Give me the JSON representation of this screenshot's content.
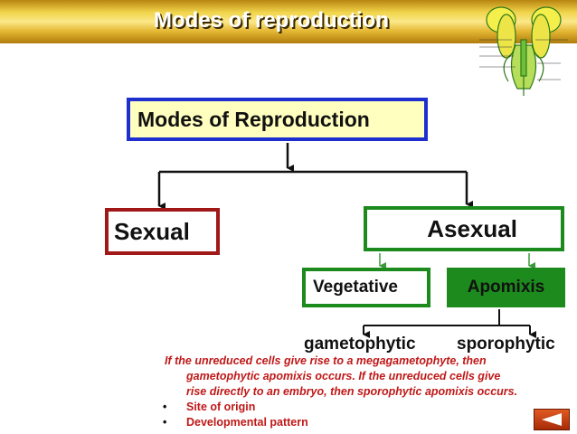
{
  "slide": {
    "title": "Modes of reproduction"
  },
  "diagram": {
    "root": "Modes of Reproduction",
    "sexual": "Sexual",
    "asexual": "Asexual",
    "vegetative": "Vegetative",
    "apomixis": "Apomixis",
    "gametophytic": "gametophytic",
    "sporophytic": "sporophytic"
  },
  "description": {
    "line1": "If the unreduced cells give rise to a megagametophyte, then",
    "line2": "gametophytic apomixis occurs. If the unreduced cells give",
    "line3": "rise directly to an embryo, then sporophytic apomixis occurs."
  },
  "bullets": [
    {
      "marker": "•",
      "text": "Site of origin"
    },
    {
      "marker": "•",
      "text": "Developmental pattern"
    }
  ],
  "colors": {
    "root_border": "#1e2fd0",
    "root_fill": "#ffffbf",
    "sexual_border": "#a01818",
    "asexual_border": "#1c8a1c",
    "apomixis_fill": "#1c8a1c",
    "description_text": "#c01818"
  },
  "icons": {
    "flower": "flower-cross-section",
    "nav": "previous-arrow"
  }
}
